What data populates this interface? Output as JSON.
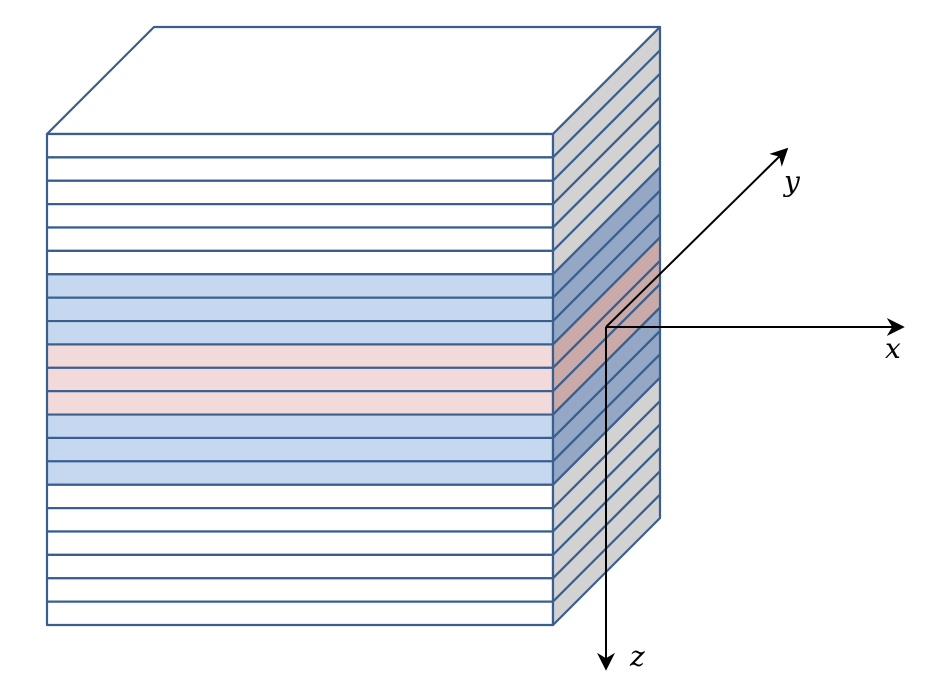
{
  "diagram": {
    "layer_count": 21,
    "layer_types": [
      "white",
      "white",
      "white",
      "white",
      "white",
      "white",
      "blue",
      "blue",
      "blue",
      "red",
      "red",
      "red",
      "blue",
      "blue",
      "blue",
      "white",
      "white",
      "white",
      "white",
      "white",
      "white"
    ],
    "colors": {
      "stroke": "#3a5f8f",
      "top_face": "#ffffff",
      "white": "#ffffff",
      "blue": "#c5d8f0",
      "red": "#f2d9da",
      "side_white": "#d2d2d2",
      "side_blue": "#94a8c6",
      "side_red": "#c9aaa8",
      "axis": "#000000"
    },
    "axes": {
      "x": "x",
      "y": "y",
      "z": "z"
    }
  }
}
